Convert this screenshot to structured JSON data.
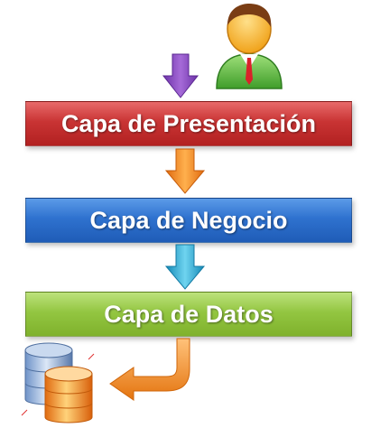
{
  "layers": {
    "presentation": "Capa de Presentación",
    "business": "Capa de Negocio",
    "data": "Capa de Datos"
  },
  "icons": {
    "user": "user-icon",
    "database": "database-icon"
  },
  "colors": {
    "presentation": "#c93434",
    "business": "#2f72cf",
    "data": "#93c641",
    "arrow_user": "#8b4fc4",
    "arrow_presentation": "#f08a2a",
    "arrow_business": "#2eb3d8",
    "arrow_data": "#f59a2e"
  }
}
